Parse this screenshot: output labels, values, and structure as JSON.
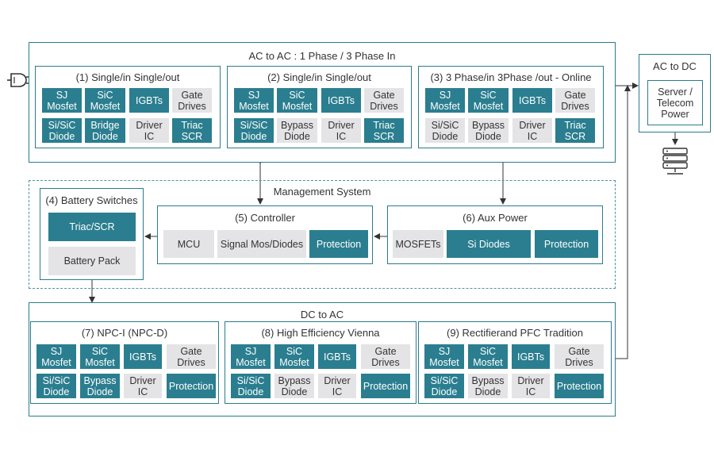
{
  "colors": {
    "accent": "#2a7e8f",
    "frame": "#2a7c8c",
    "muted": "#e4e4e6"
  },
  "icons": {
    "plug": "plug-icon",
    "server": "server-rack-icon"
  },
  "ac_to_ac": {
    "title": "AC to AC : 1 Phase / 3 Phase In",
    "groups": [
      {
        "title": "(1) Single/in Single/out",
        "chips": [
          "SJ\nMosfet",
          "SiC\nMosfet",
          "IGBTs",
          "Gate\nDrives",
          "Si/SiC\nDiode",
          "Bridge\nDiode",
          "Driver\nIC",
          "Triac\nSCR"
        ]
      },
      {
        "title": "(2) Single/in Single/out",
        "chips": [
          "SJ\nMosfet",
          "SiC\nMosfet",
          "IGBTs",
          "Gate\nDrives",
          "Si/SiC\nDiode",
          "Bypass\nDiode",
          "Driver\nIC",
          "Triac\nSCR"
        ]
      },
      {
        "title": "(3) 3 Phase/in 3Phase /out - Online",
        "chips": [
          "SJ\nMosfet",
          "SiC\nMosfet",
          "IGBTs",
          "Gate\nDrives",
          "Si/SiC\nDiode",
          "Bypass\nDiode",
          "Driver\nIC",
          "Triac\nSCR"
        ]
      }
    ]
  },
  "ac_to_dc": {
    "title": "AC to DC",
    "box": "Server /\nTelecom\nPower"
  },
  "management": {
    "title": "Management System",
    "battery": {
      "title": "(4) Battery Switches",
      "items": [
        "Triac/SCR",
        "Battery Pack"
      ]
    },
    "controller": {
      "title": "(5) Controller",
      "items": [
        "MCU",
        "Signal Mos/Diodes",
        "Protection"
      ]
    },
    "aux": {
      "title": "(6) Aux Power",
      "items": [
        "MOSFETs",
        "Si Diodes",
        "Protection"
      ]
    }
  },
  "dc_to_ac": {
    "title": "DC to AC",
    "groups": [
      {
        "title": "(7) NPC-I (NPC-D)",
        "chips": [
          "SJ\nMosfet",
          "SiC\nMosfet",
          "IGBTs",
          "Gate\nDrives",
          "Si/SiC\nDiode",
          "Bypass\nDiode",
          "Driver\nIC",
          "Protection"
        ]
      },
      {
        "title": "(8) High Efficiency Vienna",
        "chips": [
          "SJ\nMosfet",
          "SiC\nMosfet",
          "IGBTs",
          "Gate\nDrives",
          "Si/SiC\nDiode",
          "Bypass\nDiode",
          "Driver\nIC",
          "Protection"
        ]
      },
      {
        "title": "(9) Rectifierand PFC Tradition",
        "chips": [
          "SJ\nMosfet",
          "SiC\nMosfet",
          "IGBTs",
          "Gate\nDrives",
          "Si/SiC\nDiode",
          "Bypass\nDiode",
          "Driver\nIC",
          "Protection"
        ]
      }
    ]
  }
}
